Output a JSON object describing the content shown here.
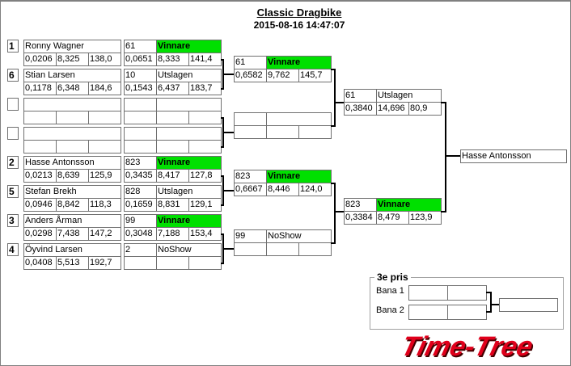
{
  "header": {
    "title": "Classic Dragbike",
    "datetime": "2015-08-16 14:47:07"
  },
  "round1_entries": [
    {
      "seed": "1",
      "name": "Ronny Wagner",
      "rt": "0,0206",
      "et": "8,325",
      "speed": "138,0"
    },
    {
      "seed": "6",
      "name": "Stian Larsen",
      "rt": "0,1178",
      "et": "6,348",
      "speed": "184,6"
    },
    {
      "seed": "",
      "name": "",
      "rt": "",
      "et": "",
      "speed": ""
    },
    {
      "seed": "",
      "name": "",
      "rt": "",
      "et": "",
      "speed": ""
    },
    {
      "seed": "2",
      "name": "Hasse Antonsson",
      "rt": "0,0213",
      "et": "8,639",
      "speed": "125,9"
    },
    {
      "seed": "5",
      "name": "Stefan Brekh",
      "rt": "0,0946",
      "et": "8,842",
      "speed": "118,3"
    },
    {
      "seed": "3",
      "name": "Anders Årman",
      "rt": "0,0298",
      "et": "7,438",
      "speed": "147,2"
    },
    {
      "seed": "4",
      "name": "Öyvind Larsen",
      "rt": "0,0408",
      "et": "5,513",
      "speed": "192,7"
    }
  ],
  "round1_results": [
    {
      "num": "61",
      "status": "Vinnare",
      "winner": true,
      "rt": "0,0651",
      "et": "8,333",
      "speed": "141,4"
    },
    {
      "num": "10",
      "status": "Utslagen",
      "winner": false,
      "rt": "0,1543",
      "et": "6,437",
      "speed": "183,7"
    },
    {
      "num": "",
      "status": "",
      "winner": false,
      "rt": "",
      "et": "",
      "speed": ""
    },
    {
      "num": "",
      "status": "",
      "winner": false,
      "rt": "",
      "et": "",
      "speed": ""
    },
    {
      "num": "823",
      "status": "Vinnare",
      "winner": true,
      "rt": "0,3435",
      "et": "8,417",
      "speed": "127,8"
    },
    {
      "num": "828",
      "status": "Utslagen",
      "winner": false,
      "rt": "0,1659",
      "et": "8,831",
      "speed": "129,1"
    },
    {
      "num": "99",
      "status": "Vinnare",
      "winner": true,
      "rt": "0,3048",
      "et": "7,188",
      "speed": "153,4"
    },
    {
      "num": "2",
      "status": "NoShow",
      "winner": false,
      "rt": "",
      "et": "",
      "speed": ""
    }
  ],
  "round2_results": [
    {
      "num": "61",
      "status": "Vinnare",
      "winner": true,
      "rt": "0,6582",
      "et": "9,762",
      "speed": "145,7"
    },
    {
      "num": "",
      "status": "",
      "winner": false,
      "rt": "",
      "et": "",
      "speed": ""
    },
    {
      "num": "823",
      "status": "Vinnare",
      "winner": true,
      "rt": "0,6667",
      "et": "8,446",
      "speed": "124,0"
    },
    {
      "num": "99",
      "status": "NoShow",
      "winner": false,
      "rt": "",
      "et": "",
      "speed": ""
    }
  ],
  "round3_results": [
    {
      "num": "61",
      "status": "Utslagen",
      "winner": false,
      "rt": "0,3840",
      "et": "14,696",
      "speed": "80,9"
    },
    {
      "num": "823",
      "status": "Vinnare",
      "winner": true,
      "rt": "0,3384",
      "et": "8,479",
      "speed": "123,9"
    }
  ],
  "final": {
    "winner_name": "Hasse Antonsson"
  },
  "third_place": {
    "title": "3e pris",
    "lane1_label": "Bana 1",
    "lane2_label": "Bana 2",
    "lane1": [
      "",
      ""
    ],
    "lane2": [
      "",
      ""
    ],
    "winner": ""
  },
  "logo": {
    "text": "Time-Tree"
  },
  "colors": {
    "winner_bg": "#00e000",
    "logo_red": "#e0001b",
    "border": "#707070"
  }
}
